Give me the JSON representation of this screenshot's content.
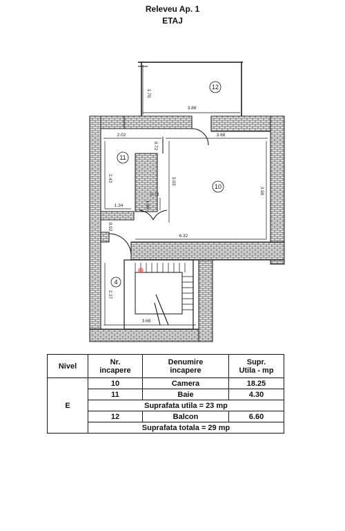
{
  "header": {
    "title": "Releveu Ap. 1",
    "subtitle": "ETAJ"
  },
  "plan": {
    "rooms": [
      {
        "id": "12",
        "label": "12"
      },
      {
        "id": "11",
        "label": "11"
      },
      {
        "id": "10",
        "label": "10"
      },
      {
        "id": "4",
        "label": "4"
      }
    ],
    "dimensions": {
      "balcony_height": "1.70",
      "balcony_width": "3.88",
      "bath_width": "2.02",
      "top_small": "0.72",
      "room10_top": "3.68",
      "bath_height": "2.43",
      "middle_height": "3.03",
      "room10_height": "3.90",
      "bath_bottom": "1.34",
      "door_width": "0.78",
      "door_height": "1.00",
      "small_left": "0.92",
      "room10_bottom": "6.32",
      "stair_height": "2.37",
      "stair_width": "3.68"
    }
  },
  "table": {
    "headers": {
      "nivel": "Nivel",
      "nr_line1": "Nr.",
      "nr_line2": "incapere",
      "den_line1": "Denumire",
      "den_line2": "incapere",
      "supr_line1": "Supr.",
      "supr_line2": "Utila - mp"
    },
    "nivel_value": "E",
    "rows": [
      {
        "nr": "10",
        "name": "Camera",
        "area": "18.25"
      },
      {
        "nr": "11",
        "name": "Baie",
        "area": "4.30"
      }
    ],
    "subtotal": "Suprafata utila = 23  mp",
    "balcony_row": {
      "nr": "12",
      "name": "Balcon",
      "area": "6.60"
    },
    "total": "Suprafata totala = 29  mp"
  }
}
